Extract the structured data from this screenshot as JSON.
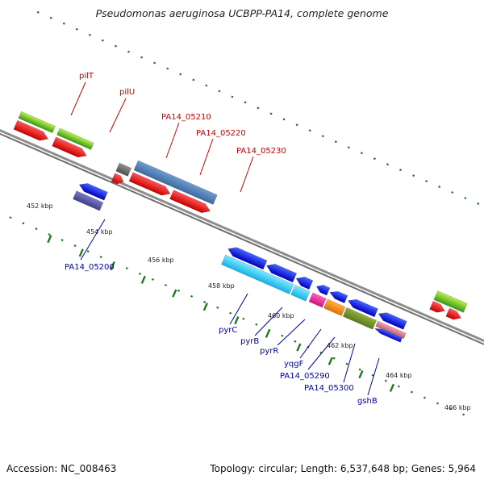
{
  "title": "Pseudomonas aeruginosa UCBPP-PA14, complete genome",
  "footer": {
    "accession": "Accession: NC_008463",
    "topology": "Topology: circular; Length: 6,537,648 bp; Genes: 5,964"
  },
  "colors": {
    "backbone": "#8a8a8a",
    "tick": "#1f7a1f",
    "label_forward": "#cc0000",
    "label_reverse": "#0000aa"
  },
  "kbp_labels": [
    "452 kbp",
    "454 kbp",
    "456 kbp",
    "458 kbp",
    "460 kbp",
    "462 kbp",
    "464 kbp",
    "466 kbp"
  ],
  "gene_labels": [
    {
      "text": "pilT",
      "color": "#cc0000"
    },
    {
      "text": "pilU",
      "color": "#cc0000"
    },
    {
      "text": "PA14_05210",
      "color": "#cc0000"
    },
    {
      "text": "PA14_05220",
      "color": "#cc0000"
    },
    {
      "text": "PA14_05230",
      "color": "#cc0000"
    },
    {
      "text": "PA14_05200",
      "color": "#0000aa"
    },
    {
      "text": "pyrC",
      "color": "#0000aa"
    },
    {
      "text": "pyrB",
      "color": "#0000aa"
    },
    {
      "text": "pyrR",
      "color": "#0000aa"
    },
    {
      "text": "yqgF",
      "color": "#0000aa"
    },
    {
      "text": "PA14_05290",
      "color": "#0000aa"
    },
    {
      "text": "PA14_05300",
      "color": "#0000aa"
    },
    {
      "text": "gshB",
      "color": "#0000aa"
    }
  ]
}
